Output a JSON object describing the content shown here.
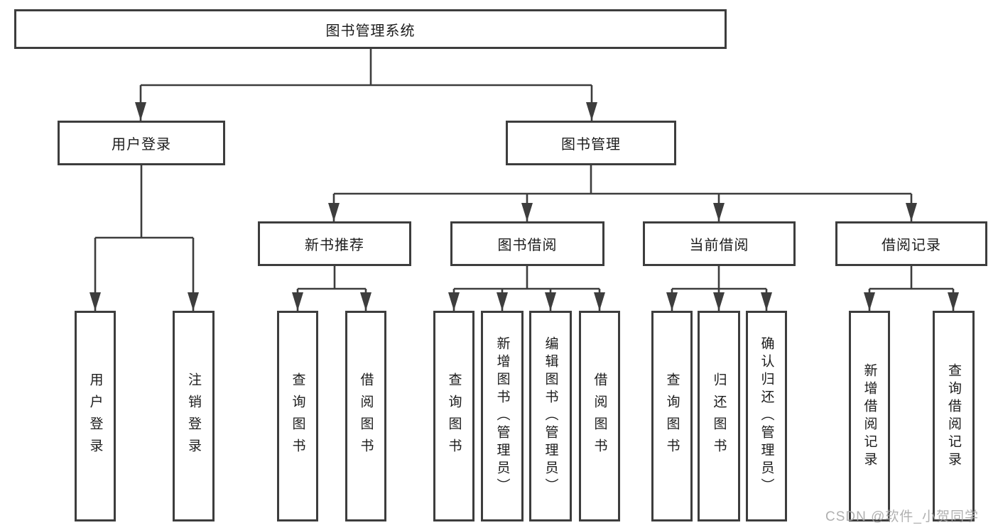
{
  "diagram": {
    "title_node": {
      "label": "图书管理系统"
    },
    "level2": [
      {
        "id": "user-login",
        "label": "用户登录"
      },
      {
        "id": "book-management",
        "label": "图书管理"
      }
    ],
    "level3": [
      {
        "id": "new-book-recommend",
        "parent": "图书管理",
        "label": "新书推荐"
      },
      {
        "id": "book-borrow",
        "parent": "图书管理",
        "label": "图书借阅"
      },
      {
        "id": "current-borrow",
        "parent": "图书管理",
        "label": "当前借阅"
      },
      {
        "id": "borrow-records",
        "parent": "图书管理",
        "label": "借阅记录"
      }
    ],
    "leaves": [
      {
        "id": "leaf-user-login",
        "parent": "用户登录",
        "label": "用户登录"
      },
      {
        "id": "leaf-logout",
        "parent": "用户登录",
        "label": "注销登录"
      },
      {
        "id": "leaf-query-book-rec",
        "parent": "新书推荐",
        "label": "查询图书"
      },
      {
        "id": "leaf-borrow-book-rec",
        "parent": "新书推荐",
        "label": "借阅图书"
      },
      {
        "id": "leaf-query-book-borrow",
        "parent": "图书借阅",
        "label": "查询图书"
      },
      {
        "id": "leaf-add-book-admin",
        "parent": "图书借阅",
        "label": "新增图书（管理员）"
      },
      {
        "id": "leaf-edit-book-admin",
        "parent": "图书借阅",
        "label": "编辑图书（管理员）"
      },
      {
        "id": "leaf-borrow-book",
        "parent": "图书借阅",
        "label": "借阅图书"
      },
      {
        "id": "leaf-query-book-current",
        "parent": "当前借阅",
        "label": "查询图书"
      },
      {
        "id": "leaf-return-book",
        "parent": "当前借阅",
        "label": "归还图书"
      },
      {
        "id": "leaf-confirm-return-admin",
        "parent": "当前借阅",
        "label": "确认归还（管理员）"
      },
      {
        "id": "leaf-add-borrow-record",
        "parent": "借阅记录",
        "label": "新增借阅记录"
      },
      {
        "id": "leaf-query-borrow-record",
        "parent": "借阅记录",
        "label": "查询借阅记录"
      }
    ],
    "watermark": "CSDN @软件_小贺同学",
    "colors": {
      "line": "#3d3d3d",
      "text": "#1c1c1c",
      "background": "#ffffff",
      "watermark": "#a8a8a8"
    }
  }
}
